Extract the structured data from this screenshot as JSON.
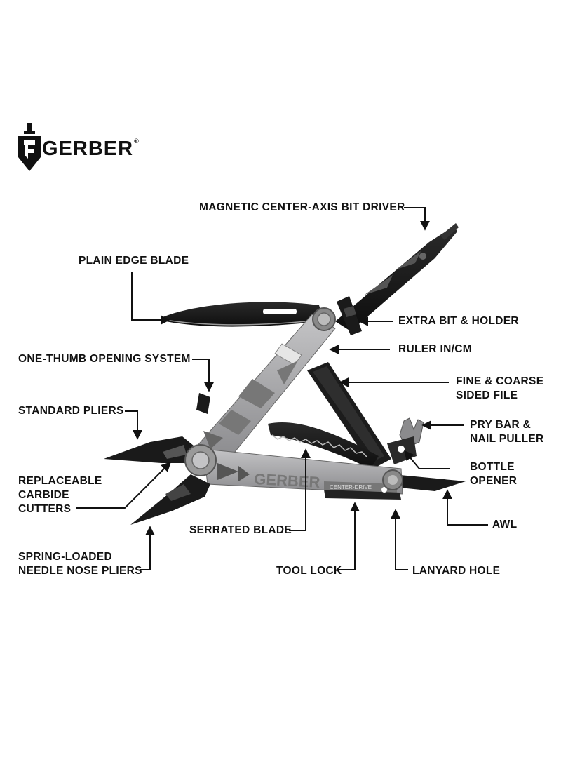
{
  "brand": {
    "name": "GERBER",
    "reg_mark": "®"
  },
  "labels": {
    "magnetic_bit_driver": "MAGNETIC CENTER-AXIS BIT DRIVER",
    "plain_edge_blade": "PLAIN EDGE BLADE",
    "extra_bit_holder": "EXTRA BIT & HOLDER",
    "ruler": "RULER IN/CM",
    "one_thumb": "ONE-THUMB OPENING SYSTEM",
    "file": [
      "FINE & COARSE",
      "SIDED FILE"
    ],
    "standard_pliers": "STANDARD PLIERS",
    "pry_bar": [
      "PRY BAR &",
      "NAIL PULLER"
    ],
    "bottle_opener": [
      "BOTTLE",
      "OPENER"
    ],
    "carbide_cutters": [
      "REPLACEABLE",
      "CARBIDE",
      "CUTTERS"
    ],
    "awl": "AWL",
    "serrated_blade": "SERRATED BLADE",
    "needle_nose": [
      "SPRING-LOADED",
      "NEEDLE NOSE PLIERS"
    ],
    "tool_lock": "TOOL LOCK",
    "lanyard_hole": "LANYARD HOLE"
  },
  "handle_engraving": {
    "brand": "GERBER",
    "model": "CENTER-DRIVE"
  },
  "colors": {
    "ink": "#111111",
    "steel": "#9a9a9c",
    "steel_dark": "#6f6f72",
    "black_tool": "#1a1a1a"
  }
}
